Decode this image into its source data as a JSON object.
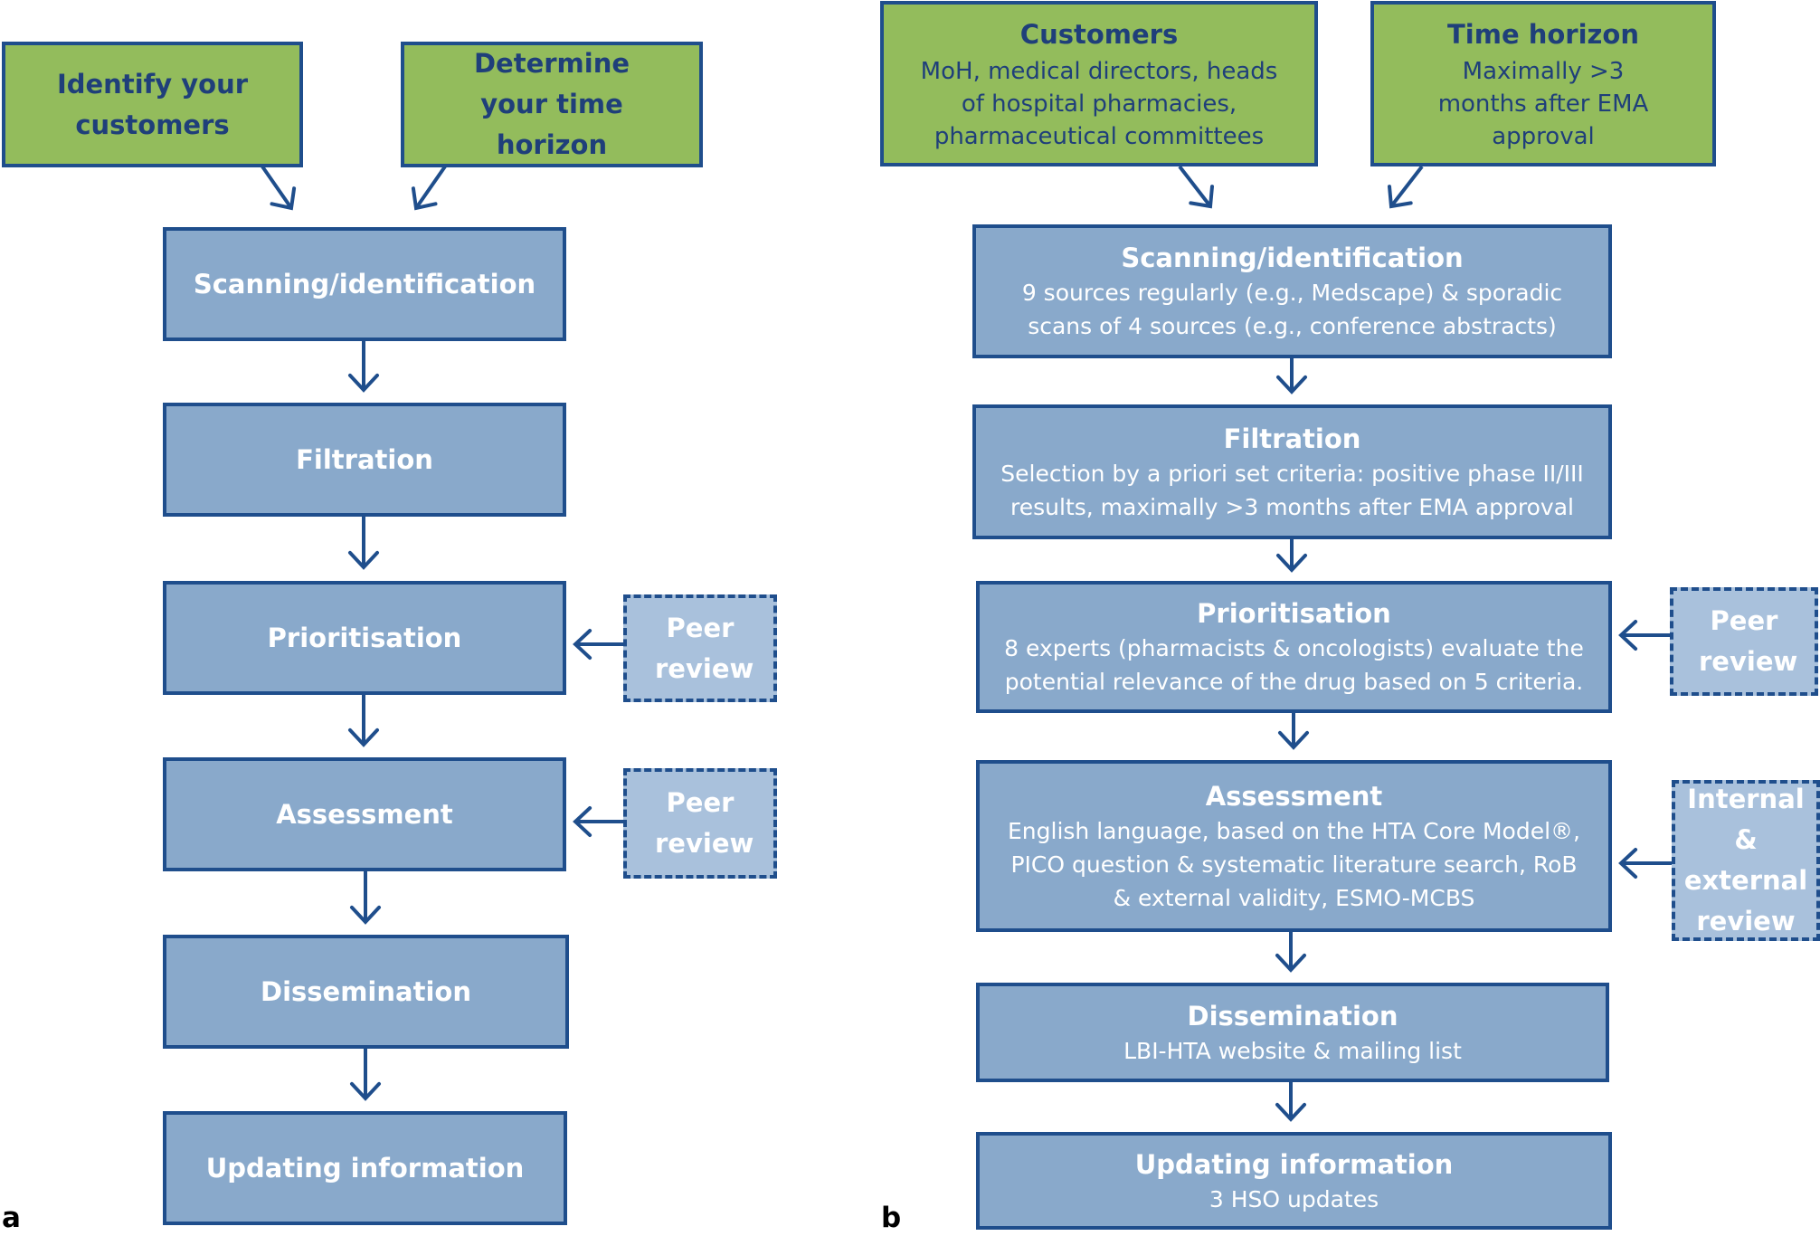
{
  "panel_a": {
    "label": "a",
    "inputs": [
      {
        "title": "Identify your customers"
      },
      {
        "title": "Determine your time horizon"
      }
    ],
    "steps": [
      {
        "title": "Scanning/identification"
      },
      {
        "title": "Filtration"
      },
      {
        "title": "Prioritisation"
      },
      {
        "title": "Assessment"
      },
      {
        "title": "Dissemination"
      },
      {
        "title": "Updating information"
      }
    ],
    "reviews": [
      {
        "title": "Peer review"
      },
      {
        "title": "Peer review"
      }
    ]
  },
  "panel_b": {
    "label": "b",
    "inputs": [
      {
        "title": "Customers",
        "detail": "MoH, medical directors, heads of hospital pharmacies, pharmaceutical committees"
      },
      {
        "title": "Time horizon",
        "detail": "Maximally >3 months after EMA approval"
      }
    ],
    "steps": [
      {
        "title": "Scanning/identification",
        "detail": "9 sources regularly (e.g., Medscape) & sporadic scans of 4 sources (e.g., conference abstracts)"
      },
      {
        "title": "Filtration",
        "detail": "Selection by a priori set criteria: positive phase II/III results, maximally >3 months after EMA approval"
      },
      {
        "title": "Prioritisation",
        "detail": "8 experts (pharmacists & oncologists) evaluate the potential relevance of the drug based on 5 criteria."
      },
      {
        "title": "Assessment",
        "detail": "English language, based on the HTA Core Model®, PICO question & systematic literature search, RoB & external validity, ESMO-MCBS"
      },
      {
        "title": "Dissemination",
        "detail": "LBI-HTA website & mailing list"
      },
      {
        "title": "Updating information",
        "detail": "3 HSO updates"
      }
    ],
    "reviews": [
      {
        "title": "Peer review"
      },
      {
        "title": "Internal & external review"
      }
    ]
  }
}
